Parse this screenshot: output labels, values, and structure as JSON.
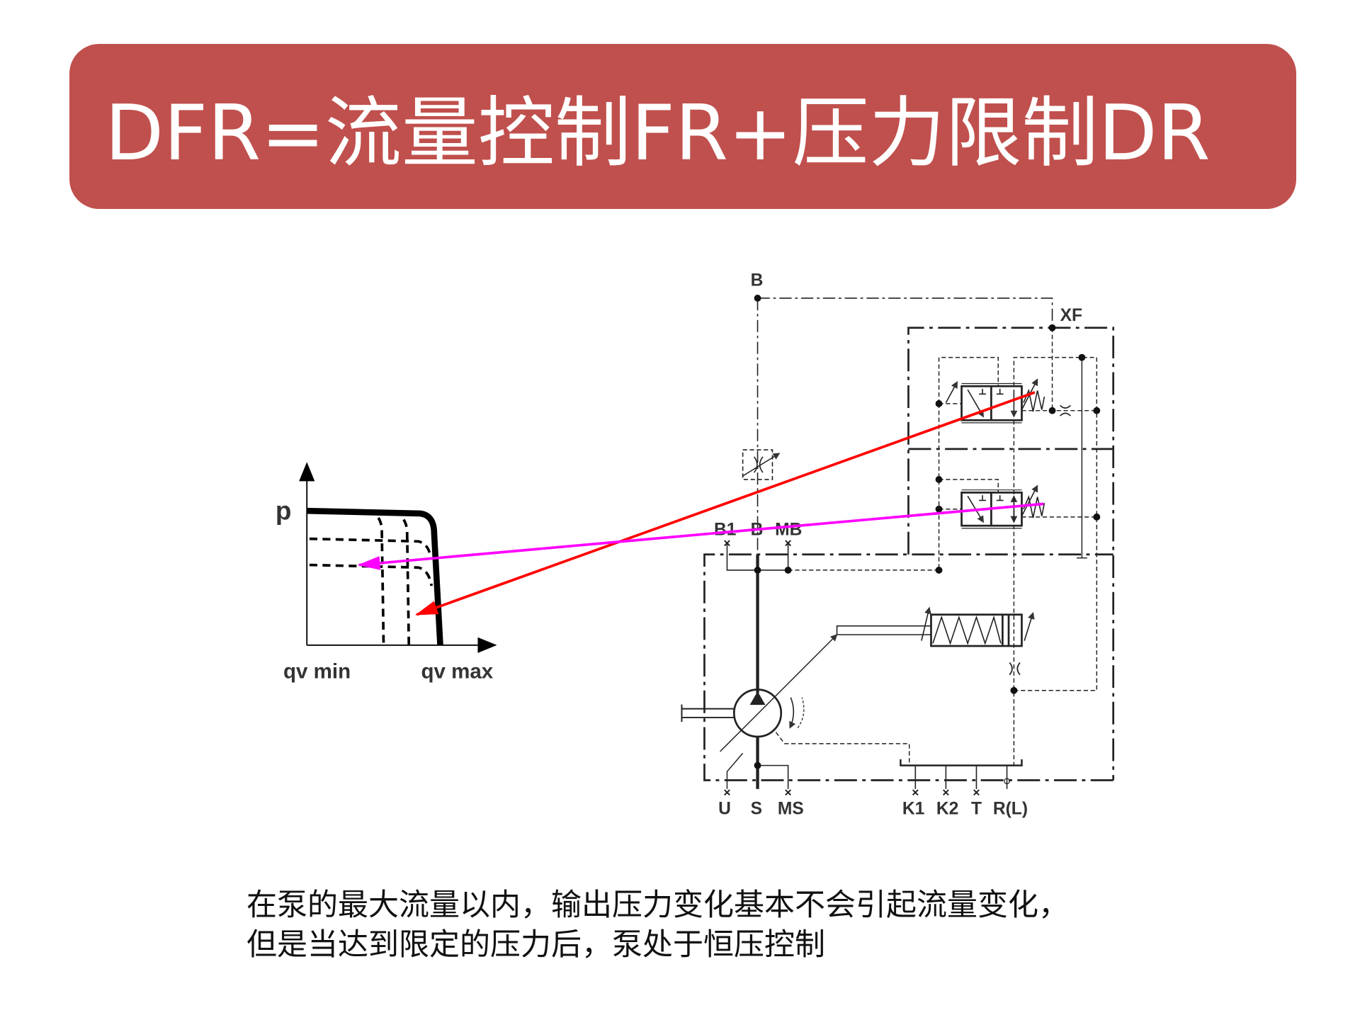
{
  "slide": {
    "title": "DFR=流量控制FR+压力限制DR",
    "caption_line1": "在泵的最大流量以内，输出压力变化基本不会引起流量变化，",
    "caption_line2": "但是当达到限定的压力后，泵处于恒压控制"
  },
  "pq_chart": {
    "y_label": "p",
    "x_label_min": "qv min",
    "x_label_max": "qv max"
  },
  "schematic": {
    "port_B_top": "B",
    "port_XF": "XF",
    "ports_upper": [
      "B1",
      "B",
      "MB"
    ],
    "ports_lower_left": [
      "U",
      "S",
      "MS"
    ],
    "ports_lower_right": [
      "K1",
      "K2",
      "T",
      "R(L)"
    ]
  },
  "colors": {
    "banner": "#c0504d",
    "arrow_pressure": "#ff0000",
    "arrow_flow": "#ff00ff"
  }
}
